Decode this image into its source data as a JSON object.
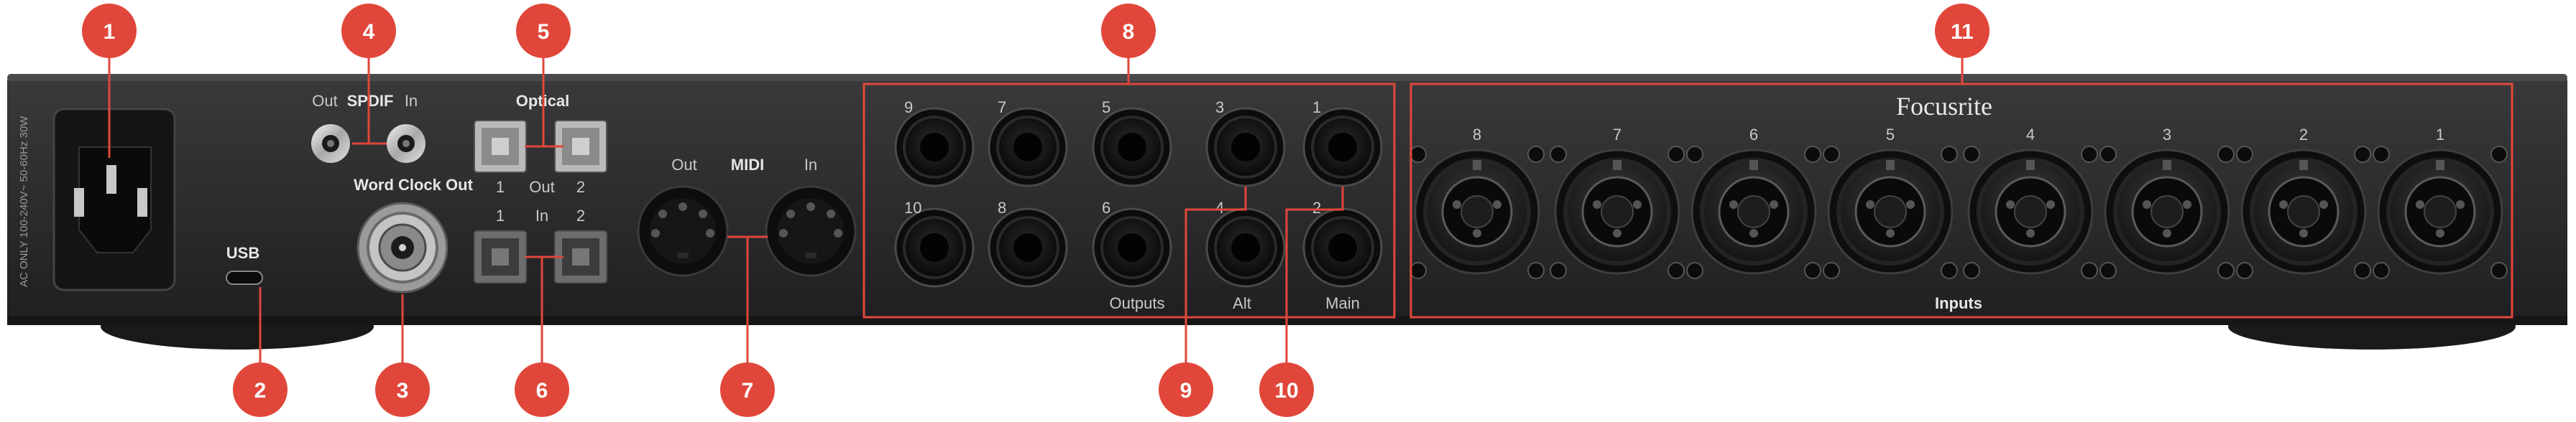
{
  "brand": "Focusrite",
  "accent_color": "#e0473a",
  "panel_color": "#2b2b2d",
  "power_text": "AC ONLY 100-240V~ 50-60Hz 30W",
  "usb_label": "USB",
  "spdif": {
    "title": "SPDIF",
    "out": "Out",
    "in": "In"
  },
  "wordclock_label": "Word Clock Out",
  "optical": {
    "title": "Optical",
    "out": "Out",
    "in": "In",
    "one": "1",
    "two": "2"
  },
  "midi": {
    "title": "MIDI",
    "out": "Out",
    "in": "In"
  },
  "outputs": {
    "top_numbers": [
      "9",
      "7",
      "5",
      "3",
      "1"
    ],
    "bottom_numbers": [
      "10",
      "8",
      "6",
      "4",
      "2"
    ],
    "label_outputs": "Outputs",
    "label_alt": "Alt",
    "label_main": "Main"
  },
  "inputs": {
    "numbers": [
      "8",
      "7",
      "6",
      "5",
      "4",
      "3",
      "2",
      "1"
    ],
    "label": "Inputs"
  },
  "callouts": [
    "1",
    "2",
    "3",
    "4",
    "5",
    "6",
    "7",
    "8",
    "9",
    "10",
    "11"
  ]
}
